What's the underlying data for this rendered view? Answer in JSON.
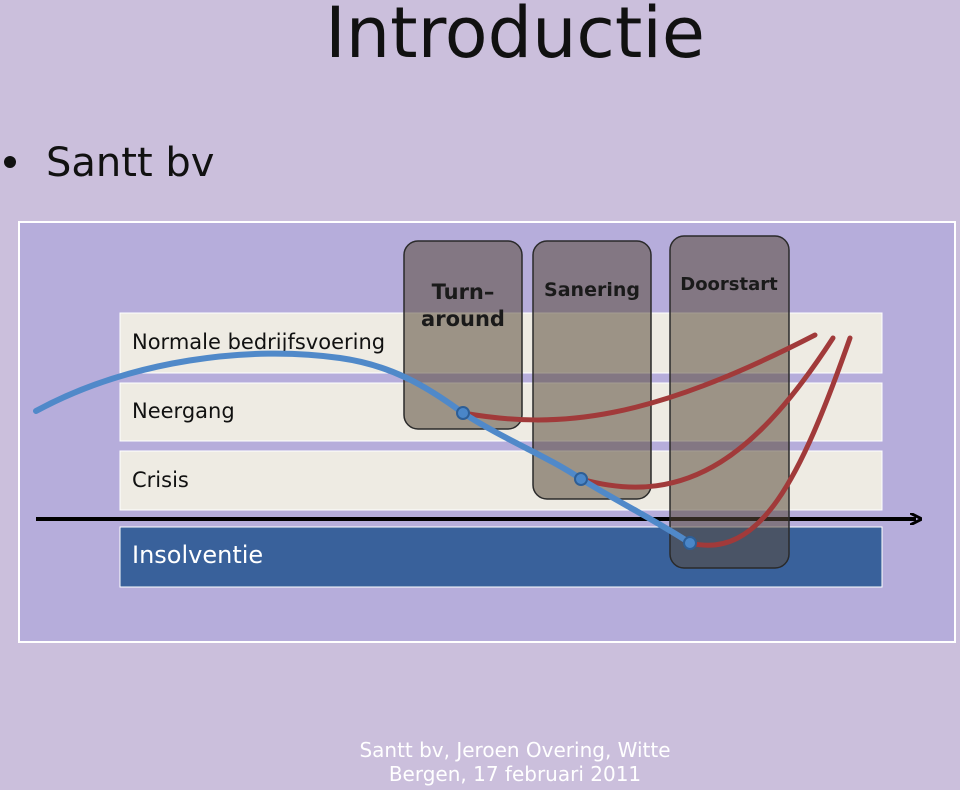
{
  "slide": {
    "title": "Introductie",
    "bullet": "Santt bv",
    "footer_line1": "Santt bv, Jeroen Overing, Witte",
    "footer_line2": "Bergen, 17 februari 2011"
  },
  "diagram": {
    "bands": [
      {
        "label": "Normale bedrijfsvoering"
      },
      {
        "label": "Neergang"
      },
      {
        "label": "Crisis"
      },
      {
        "label": "Insolventie"
      }
    ],
    "phases": [
      {
        "line1": "Turn–",
        "line2": "around"
      },
      {
        "line1": "Sanering",
        "line2": ""
      },
      {
        "line1": "Doorstart",
        "line2": ""
      }
    ],
    "colors": {
      "background": "#cbbfdc",
      "panel": "#b6addb",
      "band": "#eeebe3",
      "insolventie": "#39619b",
      "decline_line": "#5089c9",
      "recovery_line": "#a13a3a",
      "phase_box": "#5a4b3b"
    }
  }
}
